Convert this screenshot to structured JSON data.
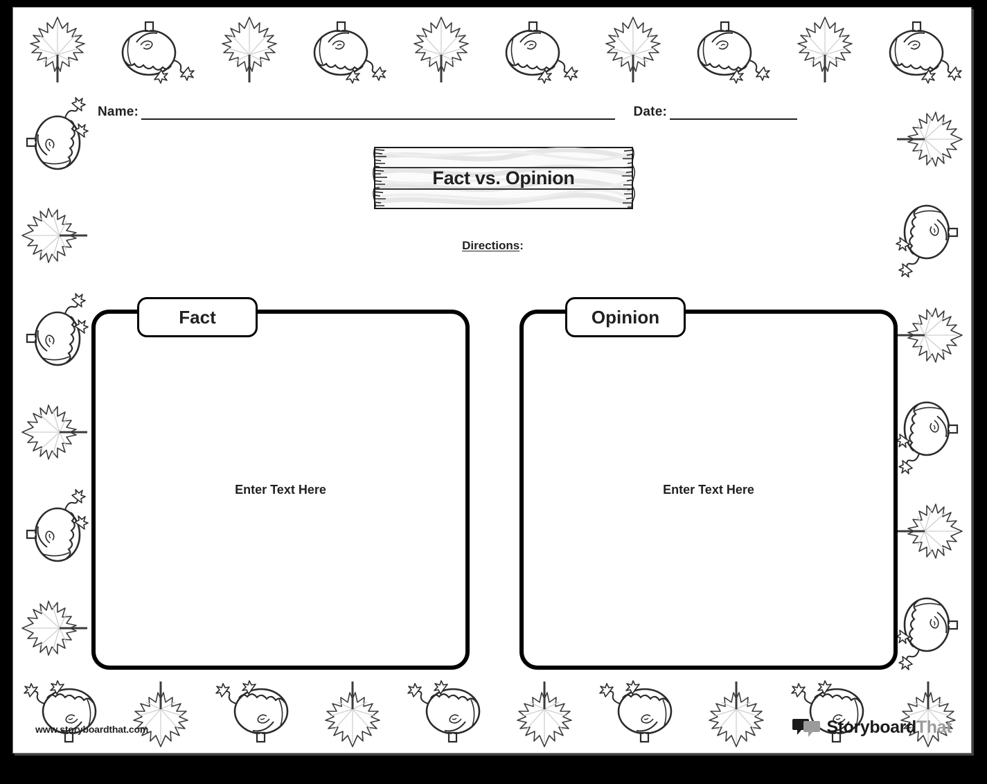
{
  "page": {
    "title": "Fact vs. Opinion",
    "theme_colors": {
      "frame": "#000000",
      "paper": "#ffffff",
      "ink": "#231f20",
      "logo_gray": "#9b9b9b",
      "wood_grain": "#e8e8e8"
    }
  },
  "header": {
    "name_label": "Name:",
    "name_value": "",
    "date_label": "Date:",
    "date_value": ""
  },
  "sign": {
    "title": "Fact vs. Opinion"
  },
  "directions": {
    "label": "Directions",
    "colon": ":",
    "text": ""
  },
  "columns": [
    {
      "tab_label": "Fact",
      "placeholder": "Enter Text Here",
      "value": ""
    },
    {
      "tab_label": "Opinion",
      "placeholder": "Enter Text Here",
      "value": ""
    }
  ],
  "footer": {
    "url": "www.storyboardthat.com",
    "brand_primary": "Storyboard",
    "brand_secondary": "That"
  },
  "decorations": {
    "top": [
      "leaf",
      "pumpkin",
      "leaf",
      "pumpkin",
      "leaf",
      "pumpkin",
      "leaf",
      "pumpkin",
      "leaf",
      "pumpkin"
    ],
    "bottom": [
      "pumpkin",
      "leaf",
      "pumpkin",
      "leaf",
      "pumpkin",
      "leaf",
      "pumpkin",
      "leaf",
      "pumpkin",
      "leaf"
    ],
    "left": [
      "pumpkin",
      "leaf",
      "pumpkin",
      "leaf",
      "pumpkin",
      "leaf"
    ],
    "right": [
      "leaf",
      "pumpkin",
      "leaf",
      "pumpkin",
      "leaf",
      "pumpkin"
    ]
  }
}
